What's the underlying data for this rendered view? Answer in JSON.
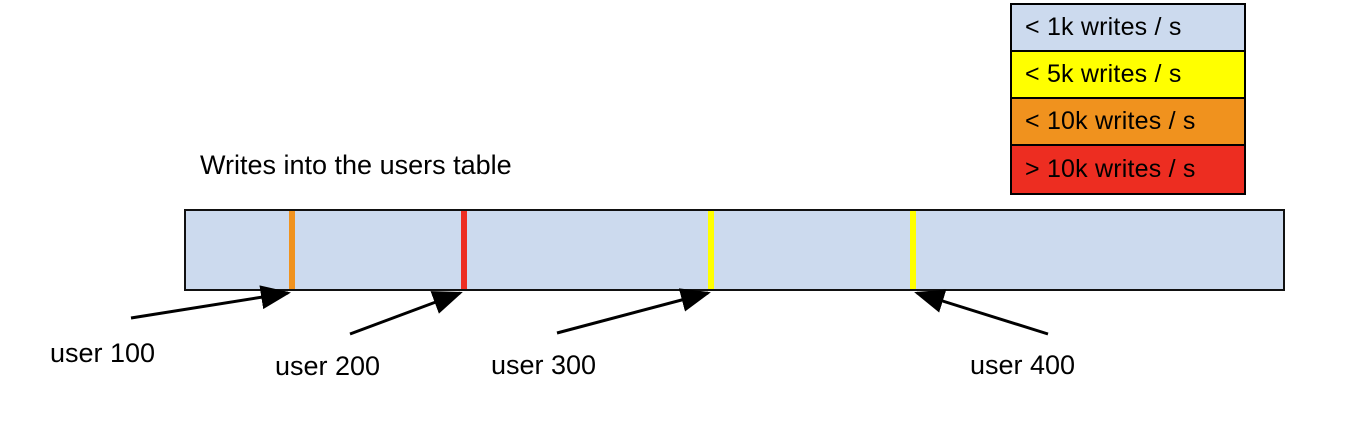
{
  "chart_data": {
    "type": "bar",
    "title": "Writes into the users table",
    "xlabel": "",
    "ylabel": "",
    "orientation": "horizontal-single-bar",
    "description": "A single horizontal bar representing the users table key range, shaded by write rate. Thin colored markers mark hot user rows.",
    "base_color": "#ccdaee",
    "base_category": "< 1k writes / s",
    "markers": [
      {
        "label": "user 100",
        "position_pct": 9.7,
        "color": "#f0921e",
        "category": "< 10k writes / s"
      },
      {
        "label": "user 200",
        "position_pct": 25.4,
        "color": "#ed2d21",
        "category": "> 10k writes / s"
      },
      {
        "label": "user 300",
        "position_pct": 47.9,
        "color": "#ffff00",
        "category": "< 5k writes / s"
      },
      {
        "label": "user 400",
        "position_pct": 66.3,
        "color": "#ffff00",
        "category": "< 5k writes / s"
      }
    ],
    "legend": {
      "position": "top-right",
      "entries": [
        {
          "label": "< 1k writes / s",
          "color": "#ccdaee"
        },
        {
          "label": "< 5k writes / s",
          "color": "#ffff00"
        },
        {
          "label": "< 10k writes / s",
          "color": "#f0921e"
        },
        {
          "label": "> 10k writes / s",
          "color": "#ed2d21"
        }
      ]
    },
    "grid": false
  },
  "diagram": {
    "title": "Writes into the users table",
    "legend": {
      "entries": [
        {
          "label": "< 1k writes / s",
          "color": "#ccdaee"
        },
        {
          "label": "< 5k writes / s",
          "color": "#ffff00"
        },
        {
          "label": "< 10k writes / s",
          "color": "#f0921e"
        },
        {
          "label": "> 10k writes / s",
          "color": "#ed2d21"
        }
      ]
    },
    "bar": {
      "fill": "#ccdaee",
      "border": "#111111",
      "markers": [
        {
          "name": "user 100",
          "color": "#f0921e",
          "left_pct": 9.4
        },
        {
          "name": "user 200",
          "color": "#ed2d21",
          "left_pct": 25.1
        },
        {
          "name": "user 300",
          "color": "#ffff00",
          "left_pct": 47.6
        },
        {
          "name": "user 400",
          "color": "#ffff00",
          "left_pct": 66.0
        }
      ]
    },
    "callouts": [
      {
        "label": "user 100"
      },
      {
        "label": "user 200"
      },
      {
        "label": "user 300"
      },
      {
        "label": "user 400"
      }
    ]
  }
}
